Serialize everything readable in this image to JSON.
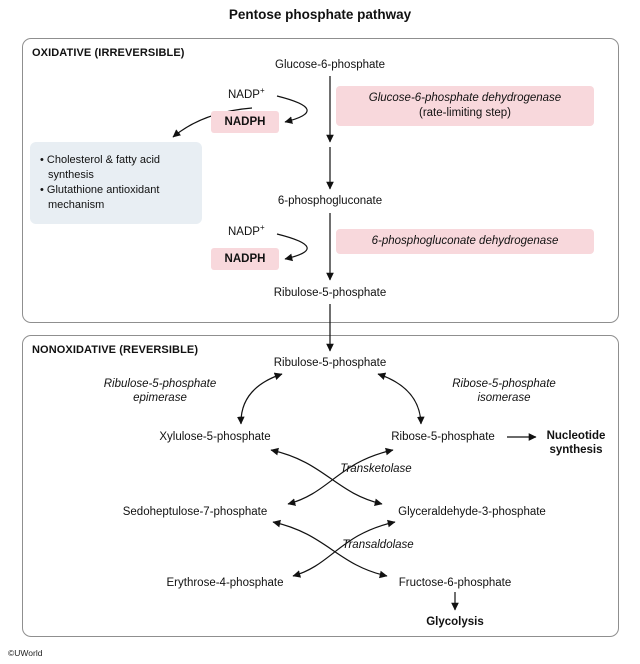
{
  "title": "Pentose phosphate pathway",
  "copyright": "©UWorld",
  "colors": {
    "pink": "#f8d8dc",
    "blue": "#e8eef3"
  },
  "oxidative": {
    "heading": "OXIDATIVE (IRREVERSIBLE)",
    "glucose_6_phosphate": "Glucose-6-phosphate",
    "g6pd_enzyme": "Glucose-6-phosphate dehydrogenase",
    "g6pd_note": "(rate-limiting step)",
    "nadp": "NADP",
    "plus": "+",
    "nadph": "NADPH",
    "nadph_uses": [
      "• Cholesterol & fatty acid synthesis",
      "• Glutathione antioxidant mechanism"
    ],
    "six_phosphogluconate": "6-phosphogluconate",
    "pgd_enzyme": "6-phosphogluconate dehydrogenase",
    "ribulose_5_phosphate": "Ribulose-5-phosphate"
  },
  "nonoxidative": {
    "heading": "NONOXIDATIVE (REVERSIBLE)",
    "ribulose_5_phosphate": "Ribulose-5-phosphate",
    "epimerase": [
      "Ribulose-5-phosphate",
      "epimerase"
    ],
    "isomerase": [
      "Ribose-5-phosphate",
      "isomerase"
    ],
    "xylulose_5_phosphate": "Xylulose-5-phosphate",
    "ribose_5_phosphate": "Ribose-5-phosphate",
    "nucleotide_synthesis": [
      "Nucleotide",
      "synthesis"
    ],
    "transketolase": "Transketolase",
    "sedoheptulose_7_phosphate": "Sedoheptulose-7-phosphate",
    "glyceraldehyde_3_phosphate": "Glyceraldehyde-3-phosphate",
    "transaldolase": "Transaldolase",
    "erythrose_4_phosphate": "Erythrose-4-phosphate",
    "fructose_6_phosphate": "Fructose-6-phosphate",
    "glycolysis": "Glycolysis"
  }
}
